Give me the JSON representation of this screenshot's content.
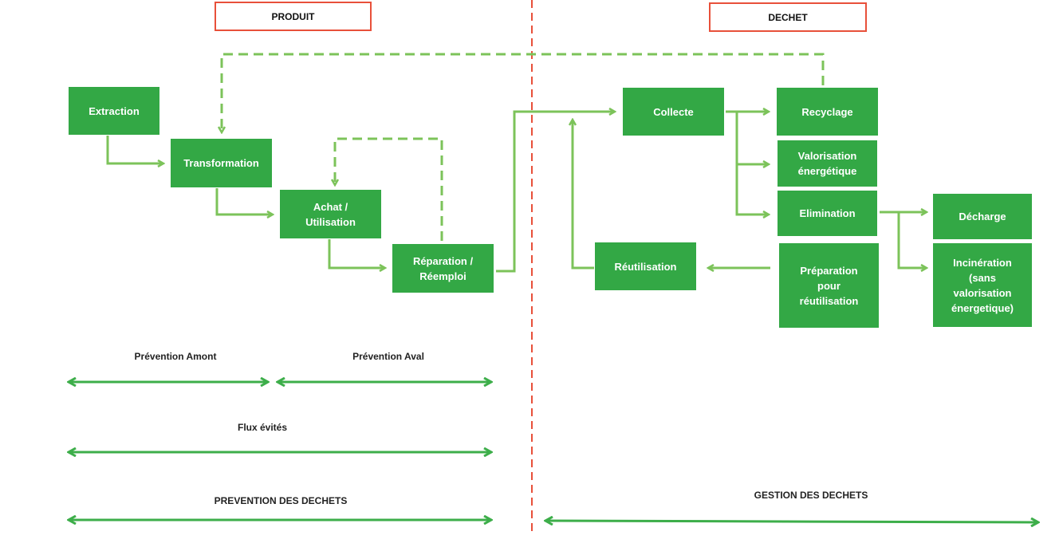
{
  "headers": {
    "produit": "PRODUIT",
    "dechet": "DECHET"
  },
  "nodes": {
    "extraction": "Extraction",
    "transformation": "Transformation",
    "achat": "Achat /\nUtilisation",
    "reparation": "Réparation /\nRéemploi",
    "collecte": "Collecte",
    "recyclage": "Recyclage",
    "valorisation": "Valorisation\nénergétique",
    "elimination": "Elimination",
    "decharge": "Décharge",
    "incineration": "Incinération\n(sans\nvalorisation\nénergetique)",
    "preparation": "Préparation\npour\nréutilisation",
    "reutilisation": "Réutilisation"
  },
  "labels": {
    "prevention_amont": "Prévention Amont",
    "prevention_aval": "Prévention Aval",
    "flux_evites": "Flux évités",
    "prevention_dechets": "PREVENTION DES DECHETS",
    "gestion_dechets": "GESTION DES DECHETS"
  },
  "colors": {
    "node_fill": "#33a845",
    "solid_arrow": "#7cc35a",
    "dashed_arrow": "#7cc35a",
    "span_arrow": "#3dae4a",
    "header_border": "#e8503a",
    "divider": "#e8503a"
  }
}
